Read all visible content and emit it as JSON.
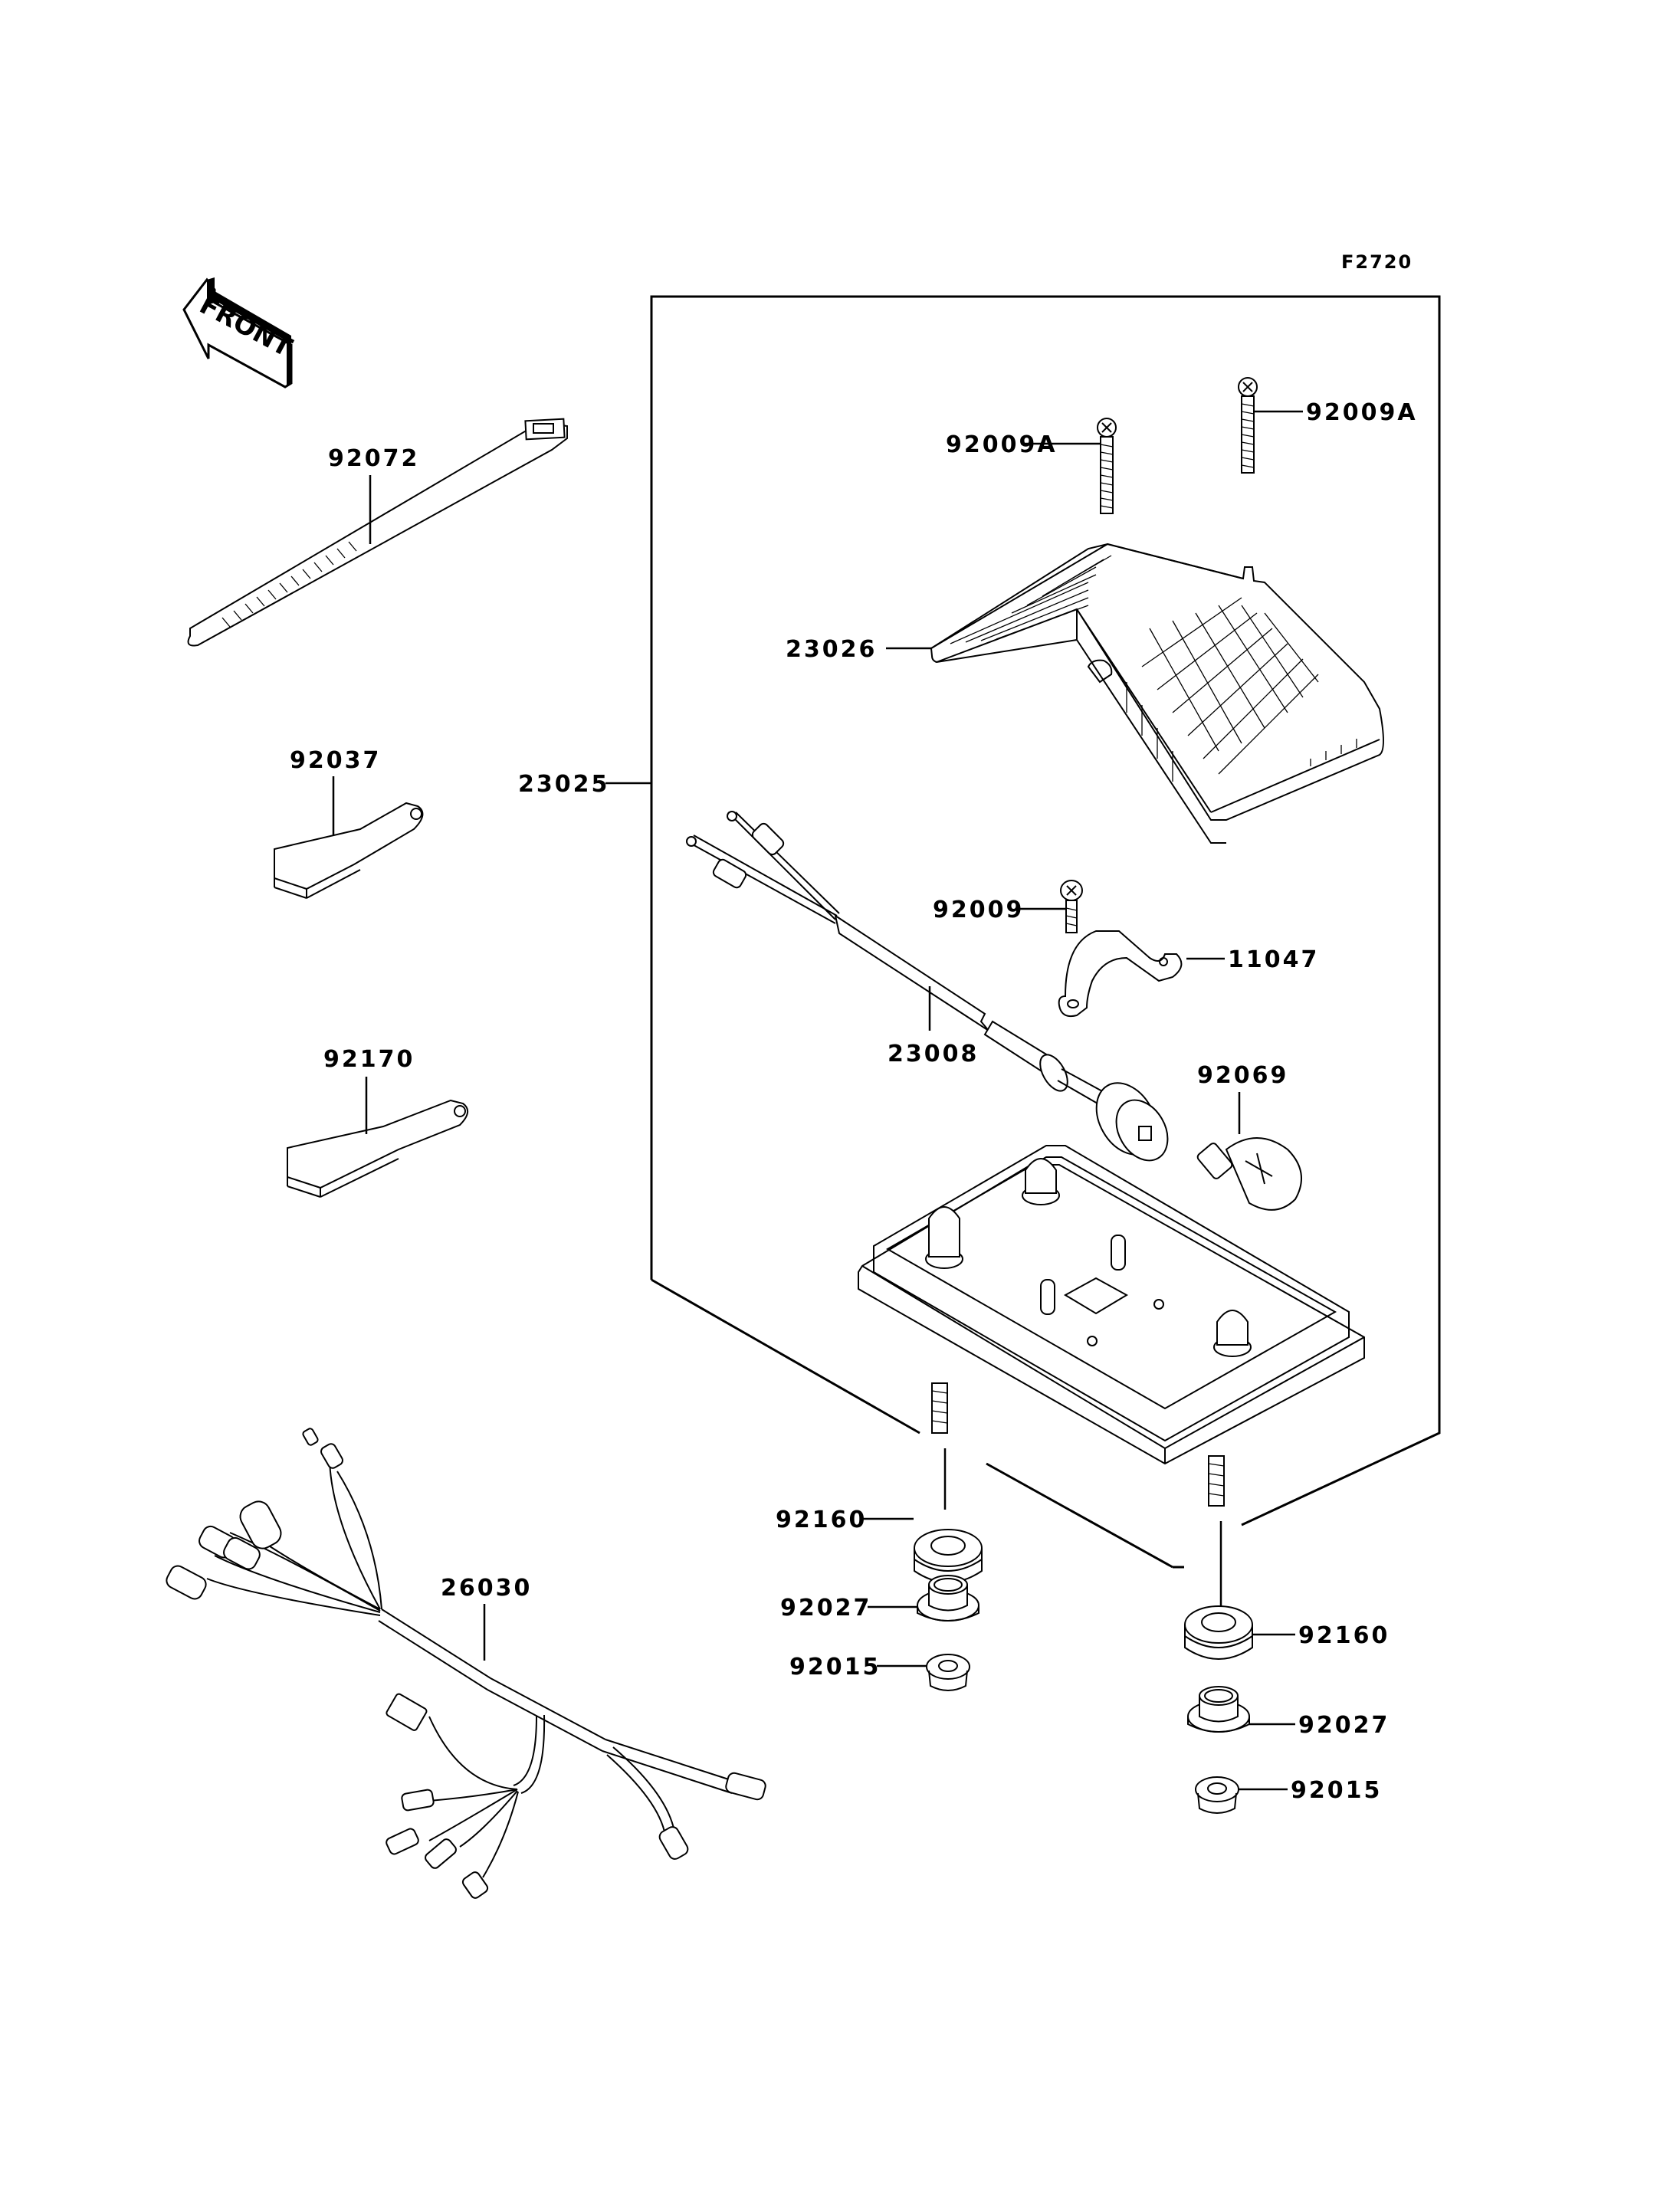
{
  "diagram": {
    "reference_code": "F2720",
    "orientation_label": "FRONT",
    "parts": {
      "cable_tie": "92072",
      "band_a": "92037",
      "band_b": "92170",
      "wire_harness": "26030",
      "tail_lamp_assy": "23025",
      "screw_long_1": "92009A",
      "screw_long_2": "92009A",
      "lens": "23026",
      "screw_short": "92009",
      "clamp": "11047",
      "socket_wiring": "23008",
      "bulb": "92069",
      "damper_left": "92160",
      "collar_left": "92027",
      "nut_left": "92015",
      "damper_right": "92160",
      "collar_right": "92027",
      "nut_right": "92015"
    }
  }
}
